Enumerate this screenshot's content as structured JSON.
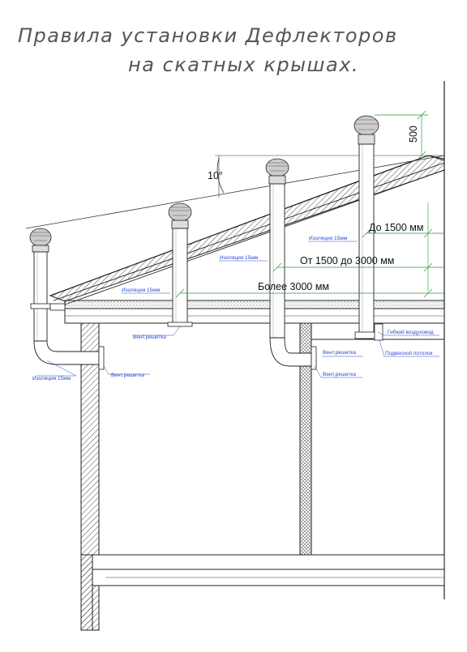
{
  "title": {
    "line1": "Правила установки Дефлекторов",
    "line2": "на скатных крышах."
  },
  "dimensions": {
    "height_above_ridge": "500",
    "angle": "10°",
    "up_to_1500": "До 1500 мм",
    "from_1500_to_3000": "От 1500 до 3000 мм",
    "over_3000": "Более 3000 мм"
  },
  "labels": {
    "insulation": "Изоляция 15мм",
    "vent_grille": "Вент.решетка",
    "flex_duct": "Гибкий воздуховод",
    "suspended_ceiling": "Подвесной потолок"
  },
  "colors": {
    "line": "#1a1a1a",
    "label_text": "#2a4bd0",
    "dimension_line": "#2e9a3a",
    "hatch": "#333333"
  }
}
